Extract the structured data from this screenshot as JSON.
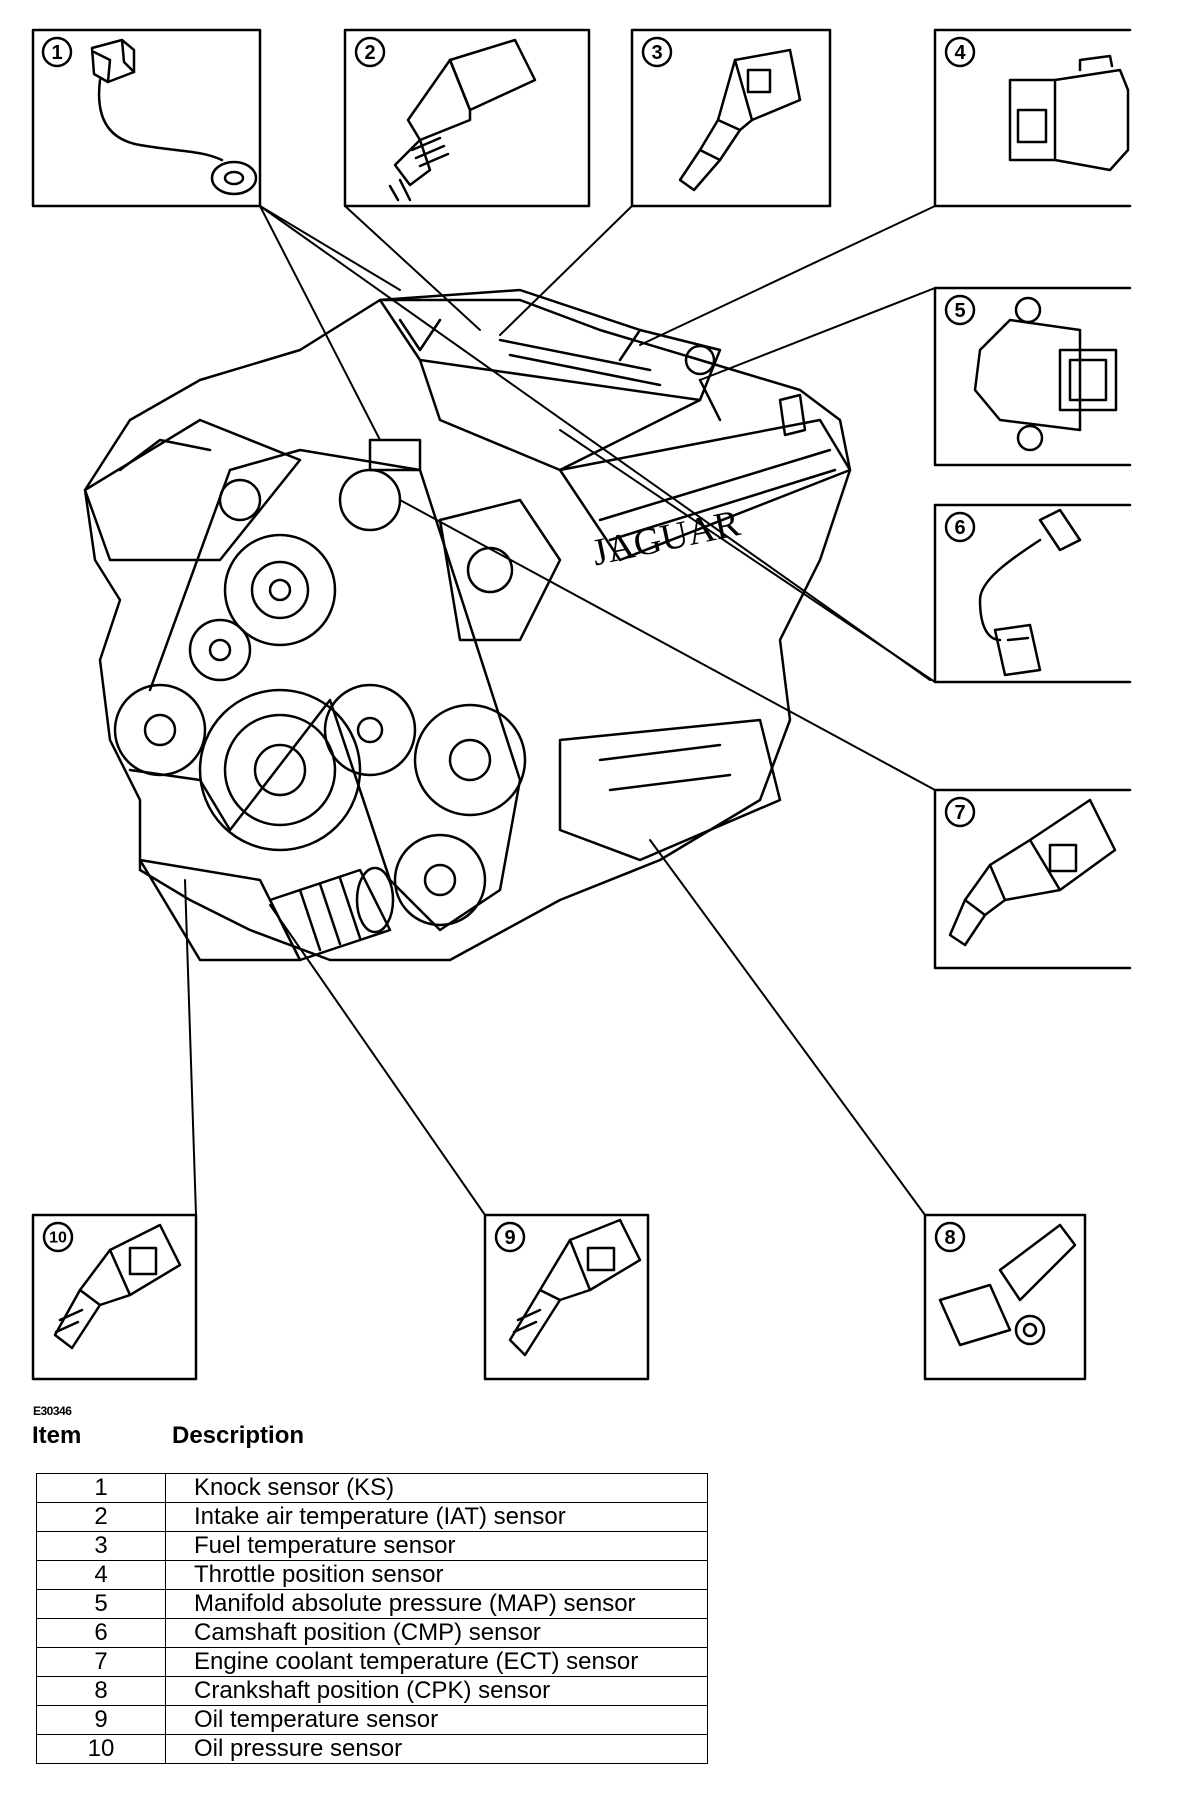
{
  "figure_id": "E30346",
  "logo_text": "JAGUAR",
  "table": {
    "header_item": "Item",
    "header_description": "Description",
    "rows": [
      {
        "item": "1",
        "description": "Knock sensor (KS)"
      },
      {
        "item": "2",
        "description": "Intake air temperature (IAT) sensor"
      },
      {
        "item": "3",
        "description": "Fuel temperature sensor"
      },
      {
        "item": "4",
        "description": "Throttle position sensor"
      },
      {
        "item": "5",
        "description": "Manifold absolute pressure (MAP) sensor"
      },
      {
        "item": "6",
        "description": "Camshaft position (CMP) sensor"
      },
      {
        "item": "7",
        "description": "Engine coolant temperature (ECT) sensor"
      },
      {
        "item": "8",
        "description": "Crankshaft position (CPK) sensor"
      },
      {
        "item": "9",
        "description": "Oil temperature sensor"
      },
      {
        "item": "10",
        "description": "Oil pressure sensor"
      }
    ]
  },
  "callouts": [
    "1",
    "2",
    "3",
    "4",
    "5",
    "6",
    "7",
    "8",
    "9",
    "10"
  ]
}
